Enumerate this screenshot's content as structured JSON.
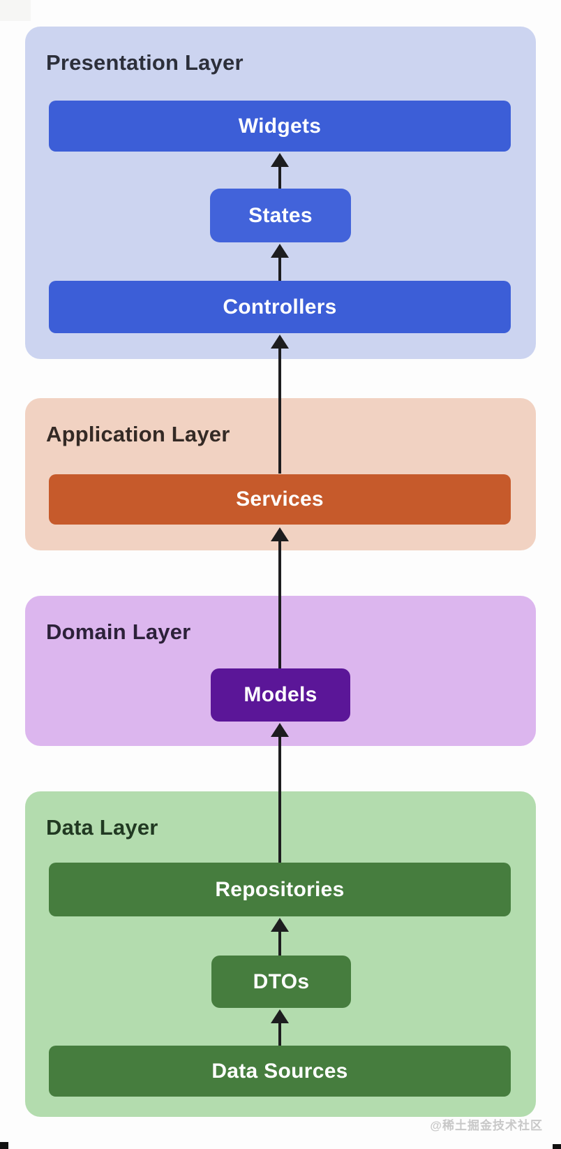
{
  "background": "#fdfdfd",
  "arrow_color": "#1d1d1f",
  "box_text_color": "#ffffff",
  "layers": [
    {
      "title": "Presentation Layer",
      "panel_color": "#ccd4f0",
      "title_color": "#2c2f3a",
      "boxes": [
        {
          "label": "Widgets",
          "color": "#3c5ed7"
        },
        {
          "label": "States",
          "color": "#4263da"
        },
        {
          "label": "Controllers",
          "color": "#3c5ed7"
        }
      ]
    },
    {
      "title": "Application Layer",
      "panel_color": "#f1d2c2",
      "title_color": "#342a25",
      "boxes": [
        {
          "label": "Services",
          "color": "#c65a2b"
        }
      ]
    },
    {
      "title": "Domain Layer",
      "panel_color": "#dcb6ee",
      "title_color": "#2c2139",
      "boxes": [
        {
          "label": "Models",
          "color": "#5b1698"
        }
      ]
    },
    {
      "title": "Data Layer",
      "panel_color": "#b3dcae",
      "title_color": "#213922",
      "boxes": [
        {
          "label": "Repositories",
          "color": "#467d3e"
        },
        {
          "label": "DTOs",
          "color": "#467d3e"
        },
        {
          "label": "Data Sources",
          "color": "#467d3e"
        }
      ]
    }
  ],
  "arrows": [
    {
      "from": "States",
      "to": "Widgets"
    },
    {
      "from": "Controllers",
      "to": "States"
    },
    {
      "from": "Services",
      "to": "Controllers"
    },
    {
      "from": "Models",
      "to": "Services"
    },
    {
      "from": "Repositories",
      "to": "Models"
    },
    {
      "from": "DTOs",
      "to": "Repositories"
    },
    {
      "from": "Data Sources",
      "to": "DTOs"
    }
  ],
  "watermark": {
    "text": "@稀土掘金技术社区",
    "color": "#c8c8c8"
  }
}
